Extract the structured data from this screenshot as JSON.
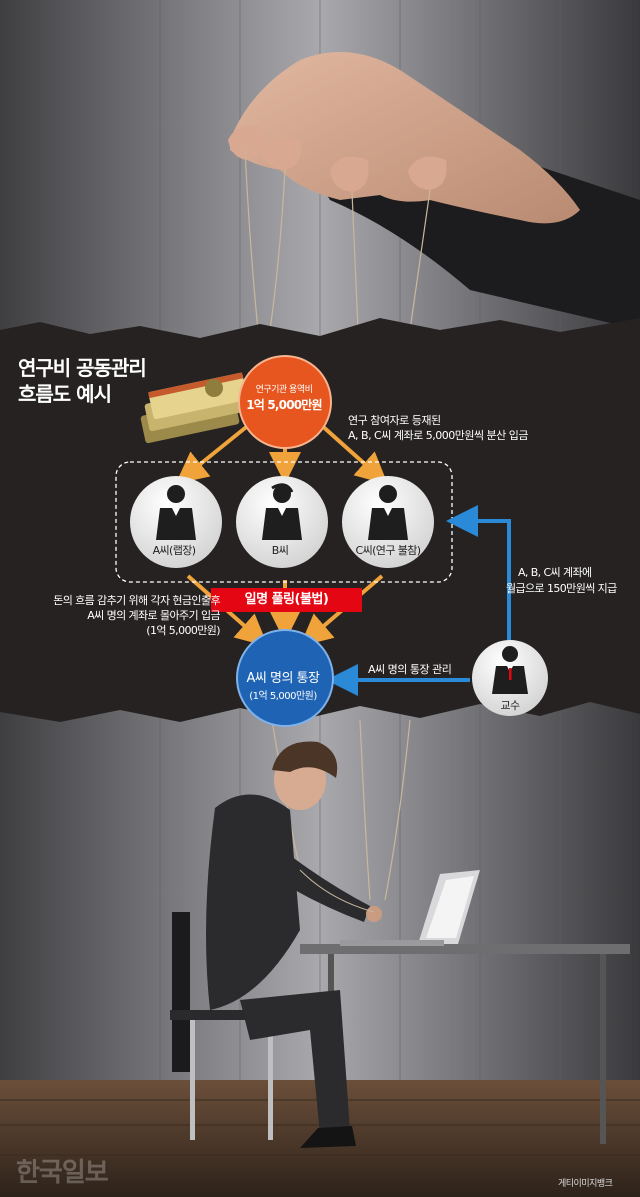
{
  "title": {
    "line1": "연구비 공동관리",
    "line2": "흐름도 예시"
  },
  "fund": {
    "label": "연구기관 용역비",
    "amount": "1억 5,000만원"
  },
  "persons": {
    "a": "A씨(랩장)",
    "b": "B씨",
    "c": "C씨(연구 불참)",
    "professor": "교수"
  },
  "notes": {
    "top_line1": "연구 참여자로 등재된",
    "top_line2": "A, B, C씨 계좌로 5,000만원씩 분산 입금",
    "left_line1": "돈의 흐름 감추기 위해 각자 현금인출후",
    "left_line2": "A씨 명의 계좌로 몰아주기 입금",
    "left_line3": "(1억 5,000만원)",
    "right_line1": "A, B, C씨 계좌에",
    "right_line2": "월급으로 150만원씩 지급",
    "management": "A씨 명의 통장 관리"
  },
  "illegal_label": "일명 풀링(불법)",
  "account": {
    "title": "A씨 명의 통장",
    "amount": "(1억 5,000만원)"
  },
  "money_note": "50000",
  "logo": "한국일보",
  "credit": "게티이미지뱅크",
  "colors": {
    "fund_circle": "#e8561f",
    "account_circle": "#1f63b5",
    "arrow_orange": "#f0a33a",
    "arrow_blue": "#2a8ad8",
    "illegal_red": "#e40613",
    "dark_band": "#262221"
  }
}
